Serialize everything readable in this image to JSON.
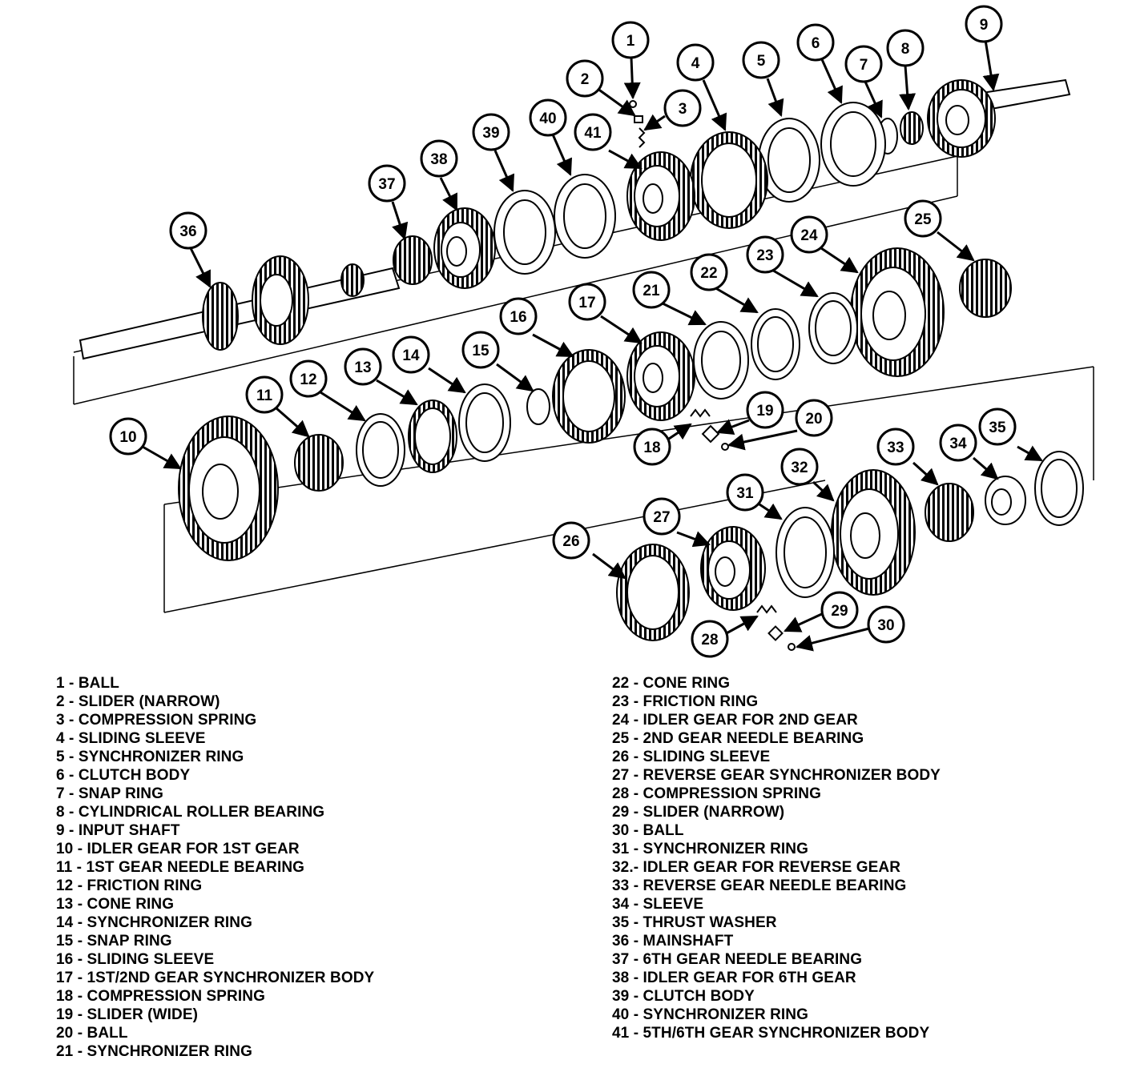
{
  "callouts": [
    "1",
    "2",
    "3",
    "4",
    "5",
    "6",
    "7",
    "8",
    "9",
    "10",
    "11",
    "12",
    "13",
    "14",
    "15",
    "16",
    "17",
    "18",
    "19",
    "20",
    "21",
    "22",
    "23",
    "24",
    "25",
    "26",
    "27",
    "28",
    "29",
    "30",
    "31",
    "32",
    "33",
    "34",
    "35",
    "36",
    "37",
    "38",
    "39",
    "40",
    "41"
  ],
  "legend": {
    "left": [
      "1 - BALL",
      "2 - SLIDER (NARROW)",
      "3 - COMPRESSION SPRING",
      "4 - SLIDING SLEEVE",
      "5 - SYNCHRONIZER RING",
      "6 - CLUTCH BODY",
      "7 - SNAP RING",
      "8 - CYLINDRICAL ROLLER BEARING",
      "9 - INPUT SHAFT",
      "10 - IDLER GEAR FOR 1ST GEAR",
      "11 - 1ST GEAR NEEDLE BEARING",
      "12 - FRICTION RING",
      "13 - CONE RING",
      "14 - SYNCHRONIZER RING",
      "15 - SNAP RING",
      "16 - SLIDING SLEEVE",
      "17 - 1ST/2ND GEAR SYNCHRONIZER BODY",
      "18 - COMPRESSION SPRING",
      "19 - SLIDER (WIDE)",
      "20 - BALL",
      "21 - SYNCHRONIZER RING"
    ],
    "right": [
      "22 - CONE RING",
      "23 - FRICTION RING",
      "24 - IDLER GEAR FOR 2ND GEAR",
      "25 - 2ND GEAR NEEDLE BEARING",
      "26 - SLIDING SLEEVE",
      "27 - REVERSE GEAR SYNCHRONIZER BODY",
      "28 - COMPRESSION SPRING",
      "29 - SLIDER (NARROW)",
      "30 - BALL",
      "31 - SYNCHRONIZER RING",
      "32.- IDLER GEAR FOR REVERSE GEAR",
      "33 - REVERSE GEAR NEEDLE BEARING",
      "34 - SLEEVE",
      "35 - THRUST WASHER",
      "36 - MAINSHAFT",
      "37 - 6TH GEAR NEEDLE BEARING",
      "38 - IDLER GEAR FOR 6TH GEAR",
      "39 - CLUTCH BODY",
      "40 - SYNCHRONIZER RING",
      "41 - 5TH/6TH GEAR SYNCHRONIZER BODY"
    ]
  }
}
